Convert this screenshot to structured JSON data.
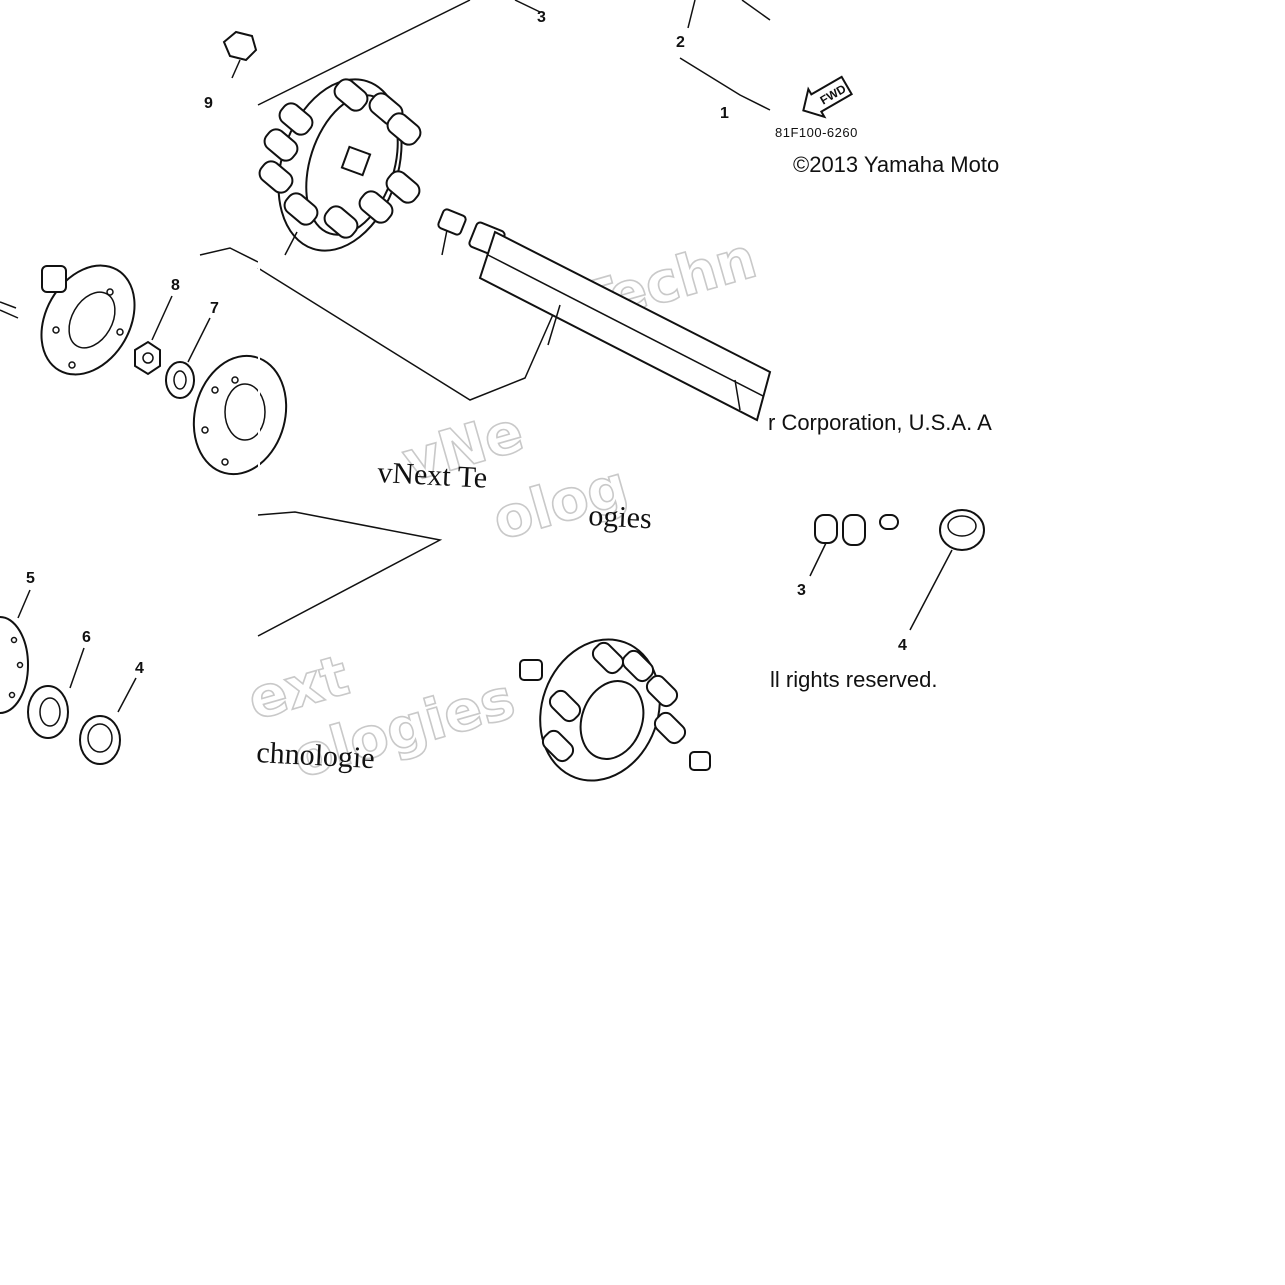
{
  "diagram": {
    "callouts": {
      "c1": "1",
      "c2": "2",
      "c3_top": "3",
      "c3_bottom": "3",
      "c4_left": "4",
      "c4_right": "4",
      "c5": "5",
      "c6": "6",
      "c7": "7",
      "c8": "8",
      "c9": "9"
    },
    "direction_badge": "FWD",
    "part_code": "81F100-6260"
  },
  "copyright": {
    "line1": "©2013 Yamaha Moto",
    "line2": "r Corporation, U.S.A. A",
    "line3": "ll rights reserved."
  },
  "watermark": {
    "serif_left": "vNext Te",
    "serif_right": "ogies",
    "outline_top": "Techn",
    "outline_mid": "vNe",
    "outline_mid2": "olog",
    "outline_bottom1": "ext",
    "outline_bottom2": "ologies",
    "outline_bottom3": "chnologie"
  }
}
